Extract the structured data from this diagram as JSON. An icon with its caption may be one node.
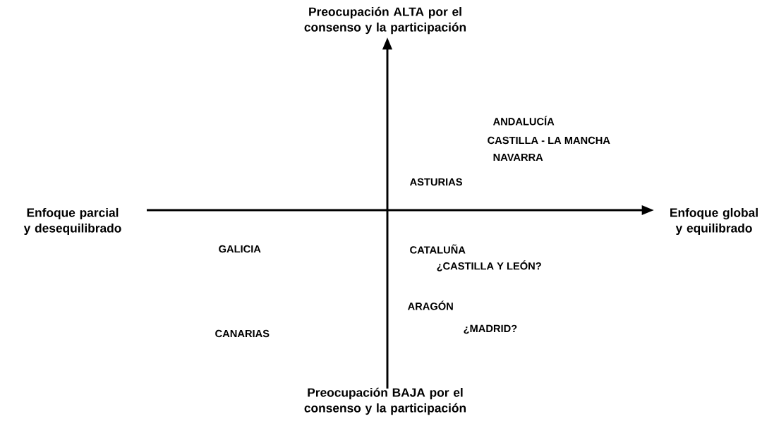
{
  "diagram": {
    "labels": [
      "Preocupación ALTA por el consenso y la participación",
      "ANDALUCÍA",
      "CASTILLA - LA MANCHA",
      "NAVARRA",
      "ASTURIAS",
      "Enfoque parcial y desequilibrado",
      "Enfoque global y equilibrado",
      "GALICIA",
      "CATALUÑA",
      "¿CASTILLA Y LEÓN?",
      "ARAGÓN",
      "¿MADRID?",
      "CANARIAS",
      "Preocupación BAJA por el consenso y la participación"
    ]
  }
}
